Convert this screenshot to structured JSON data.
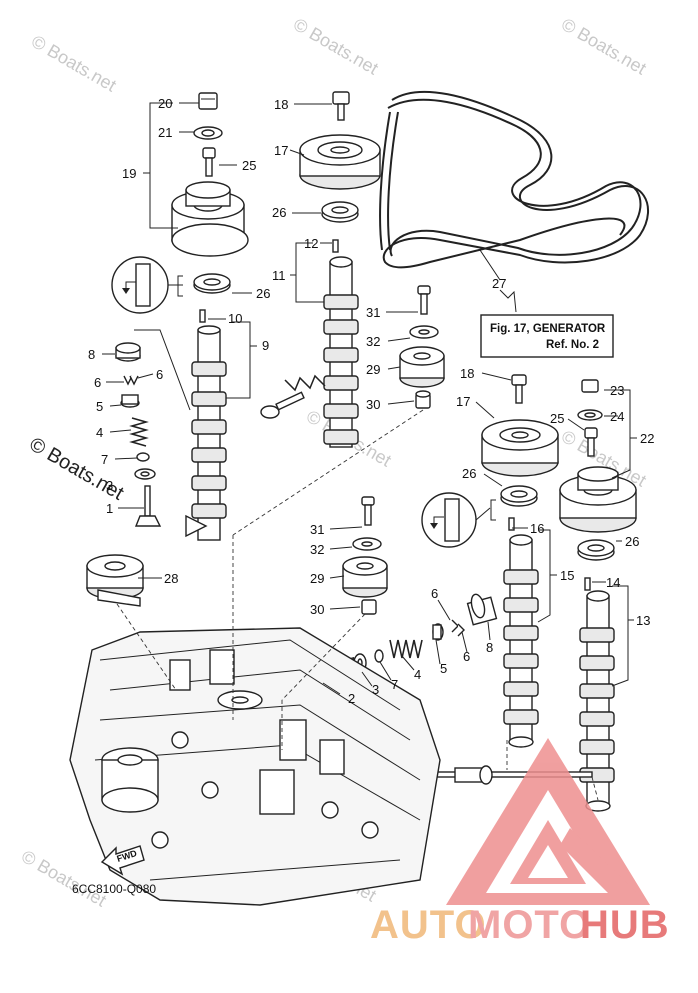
{
  "labels": {
    "l1": "1",
    "l2": "2",
    "l3": "3",
    "l4": "4",
    "l5": "5",
    "l6": "6",
    "l7": "7",
    "l8": "8",
    "l9": "9",
    "l10": "10",
    "l11": "11",
    "l12": "12",
    "l13": "13",
    "l14": "14",
    "l15": "15",
    "l16": "16",
    "l17": "17",
    "l18": "18",
    "l19": "19",
    "l20": "20",
    "l21": "21",
    "l22": "22",
    "l23": "23",
    "l24": "24",
    "l25": "25",
    "l26": "26",
    "l27": "27",
    "l28": "28",
    "l29": "29",
    "l30": "30",
    "l31": "31",
    "l32": "32"
  },
  "figure_ref": {
    "line1": "Fig. 17, GENERATOR",
    "line2": "Ref. No. 2"
  },
  "fwd_label": "FWD",
  "diagram_code": "6CC8100-Q080",
  "watermark_text": "© Boats.net",
  "brand": {
    "part1": "AUTO",
    "part2": "MOTO",
    "part3": "HUB",
    "color_auto": "#f2c28c",
    "color_moto": "#f0a4a4",
    "color_hub": "#e77a7a"
  }
}
